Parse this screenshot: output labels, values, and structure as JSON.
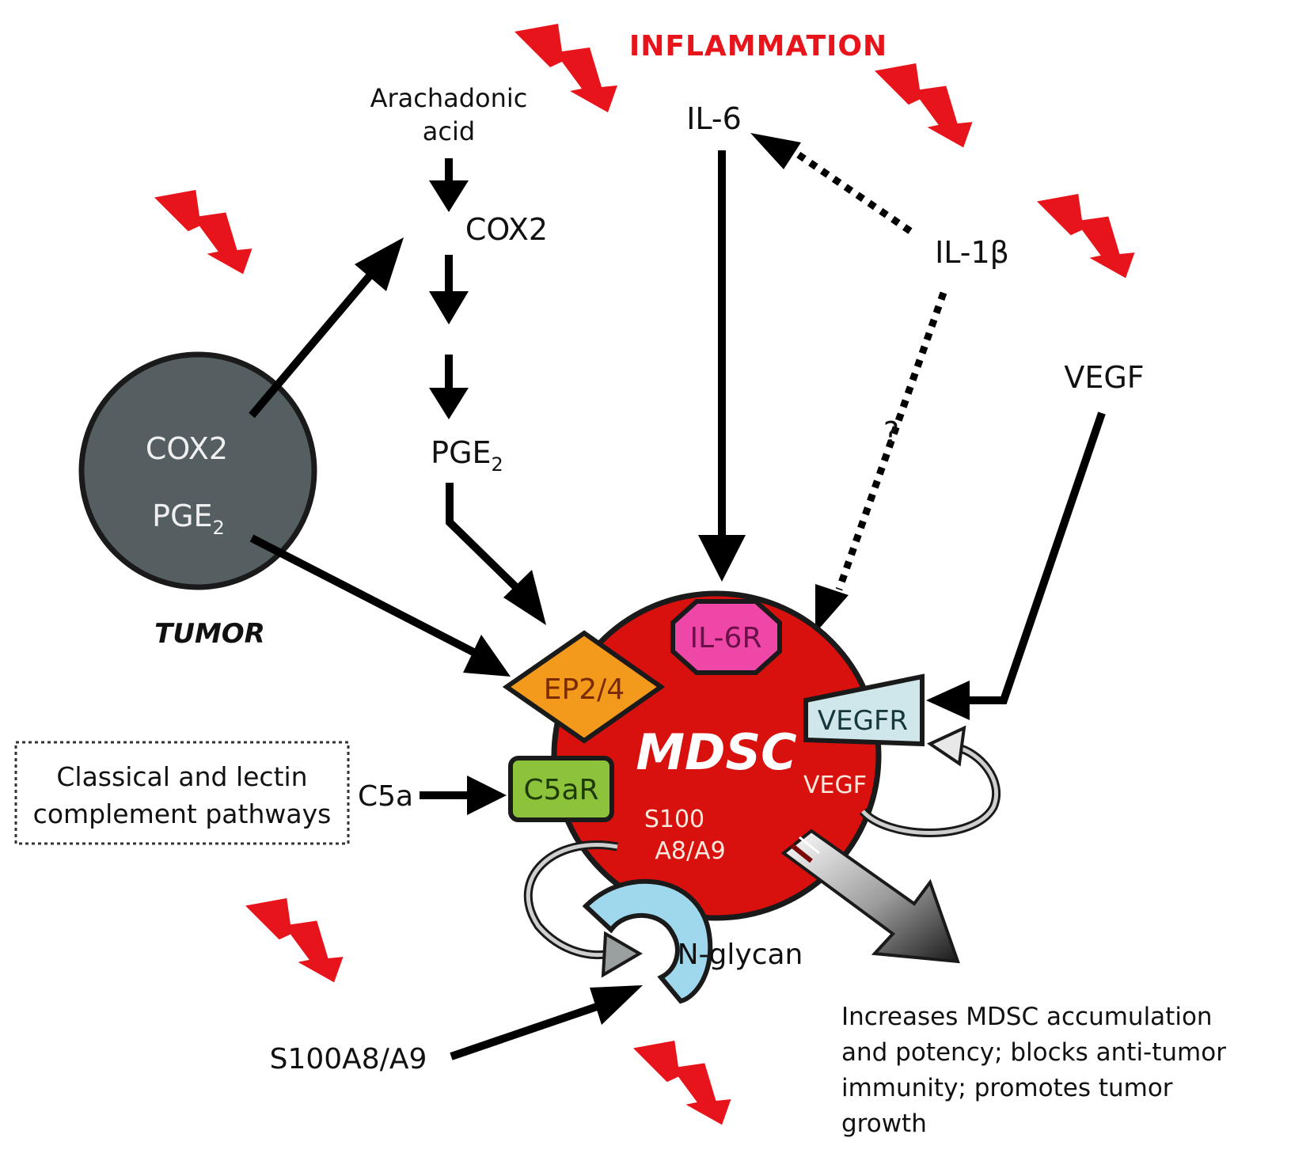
{
  "header": {
    "inflammation": "INFLAMMATION"
  },
  "tumor": {
    "line1": "COX2",
    "line2_main": "PGE",
    "line2_sub": "2",
    "label": "TUMOR"
  },
  "pathway": {
    "arachidonic_line1": "Arachadonic",
    "arachidonic_line2": "acid",
    "cox2": "COX2",
    "pge_main": "PGE",
    "pge_sub": "2",
    "il6": "IL-6",
    "il1b": "IL-1β",
    "question": "?",
    "vegf_top": "VEGF"
  },
  "cell": {
    "name": "MDSC",
    "vegf": "VEGF",
    "s100_line1": "S100",
    "s100_line2": "A8/A9"
  },
  "receptors": {
    "il6r": "IL-6R",
    "ep24": "EP2/4",
    "vegfr": "VEGFR",
    "c5ar": "C5aR",
    "nglycan": "N-glycan"
  },
  "complement": {
    "line1": "Classical and lectin",
    "line2": "complement pathways",
    "c5a": "C5a"
  },
  "s100_ext": "S100A8/A9",
  "outcome": {
    "line1": "Increases MDSC accumulation",
    "line2": "and potency; blocks anti-tumor",
    "line3": "immunity; promotes tumor",
    "line4": "growth"
  },
  "colors": {
    "lightning": "#e8141b",
    "inflammation_text": "#e8141b",
    "tumor_fill": "#555e61",
    "cell_fill": "#d8100e",
    "il6r_fill": "#ee47a8",
    "ep24_fill": "#f39a1d",
    "vegfr_fill": "#cfe7ea",
    "c5ar_fill": "#8dc33a",
    "nglycan_fill": "#9fd8ec"
  }
}
